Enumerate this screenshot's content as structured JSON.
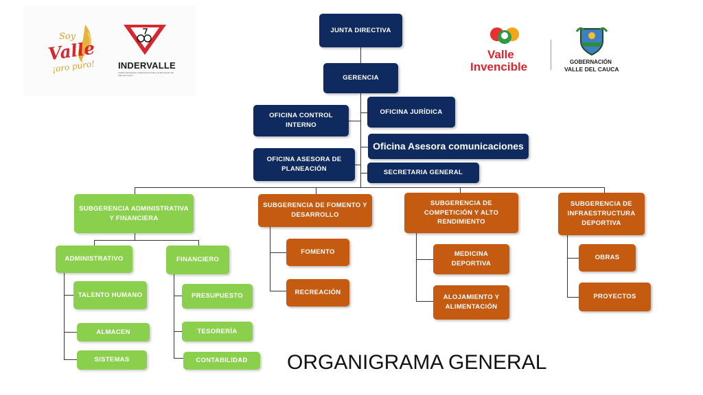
{
  "logos": {
    "soy_valle": {
      "line1": "Soy",
      "line2": "Valle",
      "line3": "¡oro puro!"
    },
    "indervalle": {
      "name": "INDERVALLE",
      "subtitle": "Instituto del Deporte, la Educación Física y la Recreación del Valle del Cauca"
    },
    "valle_invencible": {
      "line1": "Valle",
      "line2": "Invencible"
    },
    "gobernacion": {
      "line1": "GOBERNACIÓN",
      "line2": "VALLE DEL CAUCA"
    }
  },
  "org": {
    "junta": "JUNTA DIRECTIVA",
    "gerencia": "GERENCIA",
    "control_interno": "OFICINA CONTROL INTERNO",
    "juridica": "OFICINA JURÍDICA",
    "comunicaciones": "Oficina Asesora comunicaciones",
    "planeacion": "OFICINA ASESORA DE PLANEACIÓN",
    "secretaria": "SECRETARIA GENERAL",
    "sub_admin": "SUBGERENCIA ADMINISTRATIVA Y FINANCIERA",
    "sub_fomento": "SUBGERENCIA DE FOMENTO Y DESARROLLO",
    "sub_competicion": "SUBGERENCIA DE COMPETICIÓN Y ALTO RENDIMIENTO",
    "sub_infra": "SUBGERENCIA DE INFRAESTRUCTURA DEPORTIVA",
    "administrativo": "ADMINISTRATIVO",
    "financiero": "FINANCIERO",
    "talento": "TALENTO HUMANO",
    "almacen": "ALMACEN",
    "sistemas": "SISTEMAS",
    "presupuesto": "PRESUPUESTO",
    "tesoreria": "TESORERÍA",
    "contabilidad": "CONTABILIDAD",
    "fomento": "FOMENTO",
    "recreacion": "RECREACIÓN",
    "medicina": "MEDICINA DEPORTIVA",
    "alojamiento": "ALOJAMIENTO Y ALIMENTACIÓN",
    "obras": "OBRAS",
    "proyectos": "PROYECTOS"
  },
  "title": "ORGANIGRAMA GENERAL",
  "colors": {
    "navy": "#0f2a5e",
    "green": "#8bd04d",
    "orange": "#c55a11"
  }
}
